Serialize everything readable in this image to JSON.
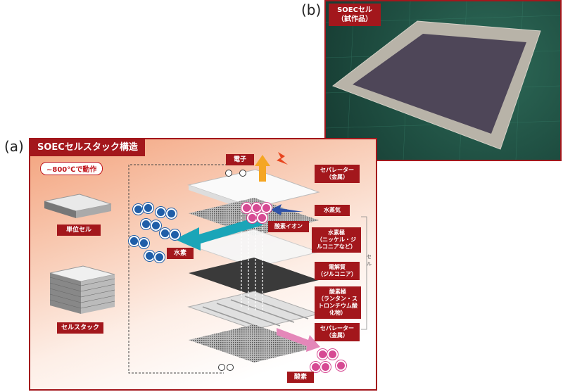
{
  "panel_a": {
    "letter": "(a)",
    "title": "SOECセルスタック構造",
    "temperature": "~800℃で動作"
  },
  "panel_b": {
    "letter": "(b)",
    "label_line1": "SOECセル",
    "label_line2": "（試作品）"
  },
  "left_labels": {
    "unit_cell": "単位セル",
    "cell_stack": "セルスタック"
  },
  "labels": {
    "electron": "電子",
    "separator_top_1": "セパレーター",
    "separator_top_2": "（金属）",
    "steam": "水蒸気",
    "oxide_ion": "酸素イオン",
    "hydrogen_electrode_1": "水素極",
    "hydrogen_electrode_2": "（ニッケル・ジ",
    "hydrogen_electrode_3": "ルコニアなど）",
    "cell": "セル",
    "hydrogen": "水素",
    "electrolyte_1": "電解質",
    "electrolyte_2": "（ジルコニア）",
    "oxygen_electrode_1": "酸素極",
    "oxygen_electrode_2": "（ランタン・ス",
    "oxygen_electrode_3": "トロンチウム酸",
    "oxygen_electrode_4": "化物）",
    "separator_bottom_1": "セパレーター",
    "separator_bottom_2": "（金属）",
    "oxygen": "酸素"
  },
  "colors": {
    "accent": "#a3171c",
    "hydrogen": "#1f5ea8",
    "oxygen": "#d64a93",
    "arrow_cyan": "#1aa5b8",
    "arrow_orange": "#f5a623"
  }
}
